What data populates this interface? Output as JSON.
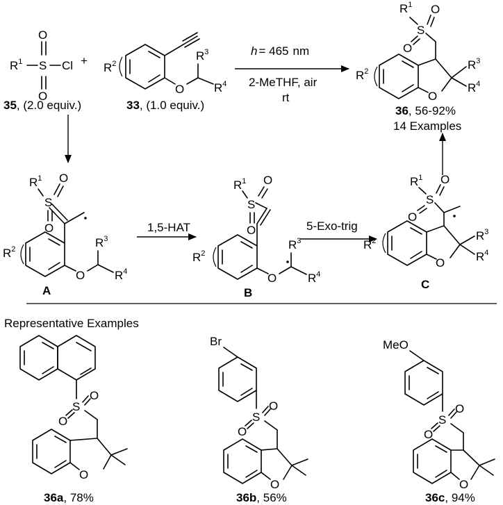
{
  "reagents": {
    "sulfonyl_chloride": {
      "r_group": "R",
      "r_sup": "1",
      "s": "S",
      "o": "O",
      "cl": "Cl",
      "id": "35",
      "equiv": ", (2.0 equiv.)"
    },
    "plus": "+",
    "alkyne": {
      "r2": "R",
      "r2_sup": "2",
      "r3": "R",
      "r3_sup": "3",
      "r4": "R",
      "r4_sup": "4",
      "o": "O",
      "id": "33",
      "equiv": ", (1.0 equiv.)"
    }
  },
  "conditions": {
    "light": "h",
    "light_rest": "= 465",
    "unit": "nm",
    "solvent": "2-MeTHF, air",
    "temp": "rt"
  },
  "product": {
    "r1": "R",
    "r1_sup": "1",
    "r2": "R",
    "r2_sup": "2",
    "r3": "R",
    "r3_sup": "3",
    "r4": "R",
    "r4_sup": "4",
    "o": "O",
    "s": "S",
    "id": "36",
    "yield": ", 56-92%",
    "examples": "14 Examples"
  },
  "intermediates": {
    "A": {
      "label": "A",
      "r1": "R",
      "r1_sup": "1",
      "r2": "R",
      "r2_sup": "2",
      "r3": "R",
      "r3_sup": "3",
      "r4": "R",
      "r4_sup": "4"
    },
    "B": {
      "label": "B",
      "r1": "R",
      "r1_sup": "1",
      "r2": "R",
      "r2_sup": "2",
      "r3": "R",
      "r3_sup": "3",
      "r4": "R",
      "r4_sup": "4"
    },
    "C": {
      "label": "C",
      "r1": "R",
      "r1_sup": "1",
      "r2": "R",
      "r2_sup": "2",
      "r3": "R",
      "r3_sup": "3",
      "r4": "R",
      "r4_sup": "4"
    }
  },
  "steps": {
    "hat": "1,5-HAT",
    "cyclization": "5-Exo-trig"
  },
  "examples": {
    "heading": "Representative Examples",
    "items": [
      {
        "id": "36a",
        "yield": ", 78%",
        "substituent": ""
      },
      {
        "id": "36b",
        "yield": ", 56%",
        "substituent": "Br"
      },
      {
        "id": "36c",
        "yield": ", 94%",
        "substituent": "MeO"
      }
    ]
  },
  "atoms": {
    "s": "S",
    "o": "O"
  }
}
